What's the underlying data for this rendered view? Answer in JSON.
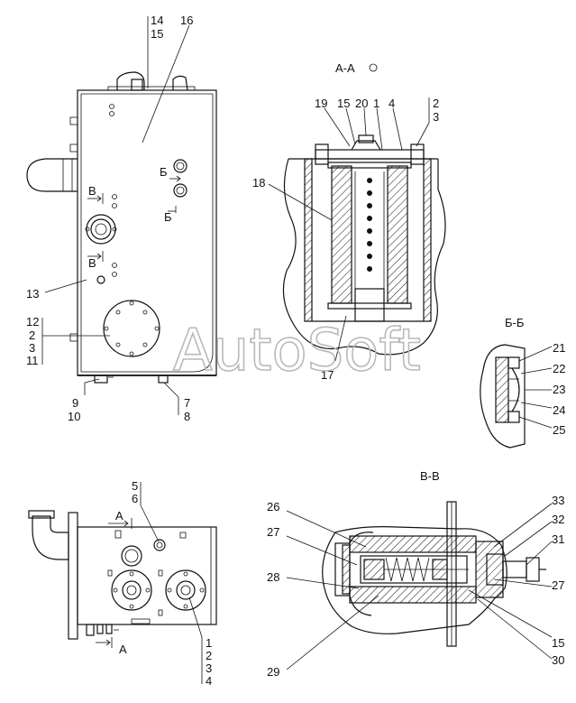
{
  "watermark": "AutoSoft",
  "sections": {
    "aa_title": "А-А",
    "bb_title": "Б-Б",
    "vv_title": "В-В"
  },
  "section_marks": {
    "b_upper": "Б",
    "b_lower": "Б",
    "v_upper": "В",
    "v_lower": "В",
    "a_upper": "А",
    "a_lower": "А"
  },
  "callouts": {
    "front_view": [
      "14",
      "15",
      "16",
      "13",
      "12",
      "2",
      "3",
      "11",
      "9",
      "10",
      "7",
      "8"
    ],
    "section_aa": [
      "19",
      "15",
      "20",
      "1",
      "4",
      "2",
      "3",
      "18",
      "17"
    ],
    "section_bb": [
      "21",
      "22",
      "23",
      "24",
      "25"
    ],
    "side_view": [
      "5",
      "6",
      "1",
      "2",
      "3",
      "4"
    ],
    "section_vv": [
      "26",
      "27",
      "28",
      "29",
      "33",
      "32",
      "31",
      "27",
      "15",
      "30"
    ]
  }
}
